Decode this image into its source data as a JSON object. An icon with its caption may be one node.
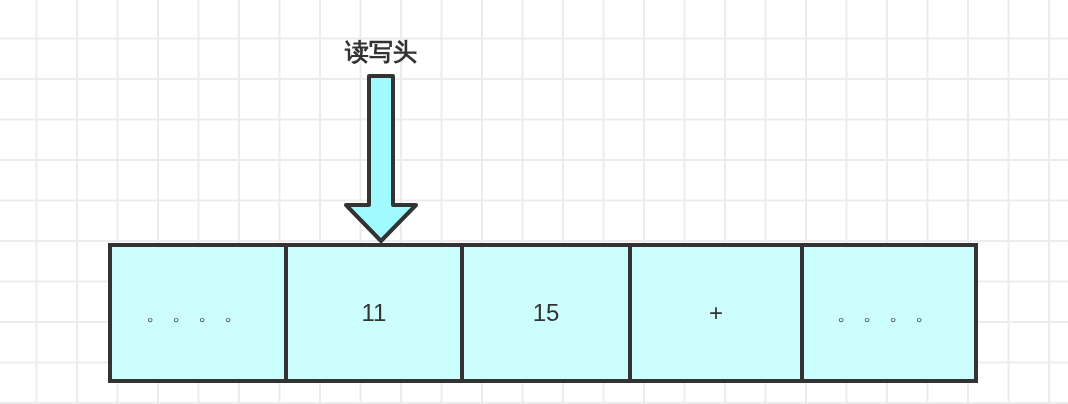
{
  "diagram": {
    "nodes": [
      {
        "text": [
          "读写头"
        ]
      },
      {
        "text": [
          "。。。。"
        ]
      },
      {
        "text": [
          "11"
        ]
      },
      {
        "text": [
          "15"
        ]
      },
      {
        "text": [
          "+"
        ]
      },
      {
        "text": [
          "。。。。"
        ]
      }
    ],
    "edges": [
      {
        "from": 0,
        "to": 2,
        "arrow": "to",
        "style": "thick",
        "color": "#9ffbff"
      }
    ]
  }
}
